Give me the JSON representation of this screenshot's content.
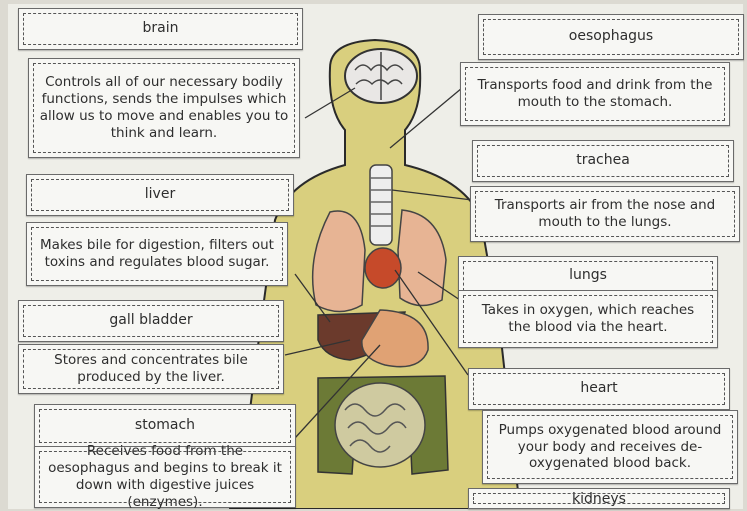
{
  "organs": {
    "brain": {
      "label": "brain",
      "description": "Controls all of our necessary bodily functions, sends the impulses which allow us to move and enables you to think and learn."
    },
    "oesophagus": {
      "label": "oesophagus",
      "description": "Transports food and drink from the mouth to the stomach."
    },
    "trachea": {
      "label": "trachea",
      "description": "Transports air from the nose and mouth to the lungs."
    },
    "liver": {
      "label": "liver",
      "description": "Makes bile for digestion, filters out toxins and regulates blood sugar."
    },
    "lungs": {
      "label": "lungs",
      "description": "Takes in oxygen, which reaches the blood via the heart."
    },
    "gall_bladder": {
      "label": "gall bladder",
      "description": "Stores and concentrates bile produced by the liver."
    },
    "heart": {
      "label": "heart",
      "description": "Pumps oxygenated blood around your body and receives de-oxygenated blood back."
    },
    "stomach": {
      "label": "stomach",
      "description": "Receives food from the oesophagus and begins to break it down with digestive juices (enzymes)."
    },
    "kidneys": {
      "label": "kidneys"
    }
  },
  "colors": {
    "skin": "#d9cf7e",
    "lungs": "#e7b494",
    "liver": "#6b3a2c",
    "heart": "#c64a2a",
    "stomach": "#e0a274",
    "large_intestine": "#6c7a36",
    "small_intestine": "#cfcaa0"
  }
}
